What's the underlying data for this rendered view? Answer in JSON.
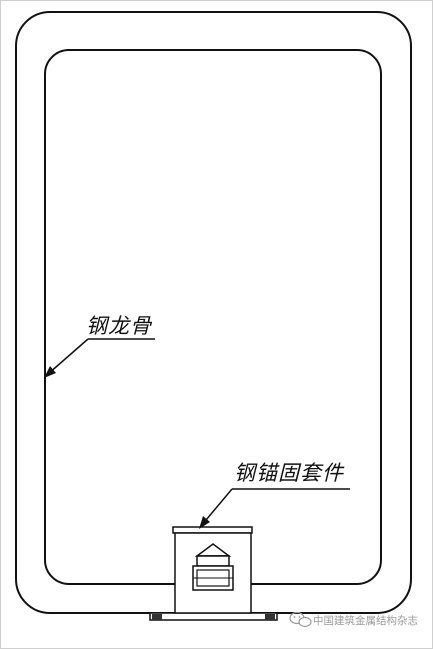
{
  "diagram": {
    "labels": {
      "keel": "钢龙骨",
      "anchor": "钢锚固套件"
    },
    "watermark": {
      "icon": "wechat-icon",
      "text": "中国建筑金属结构杂志"
    },
    "colors": {
      "line": "#111111",
      "background": "#ffffff",
      "watermark": "#9a9a9a"
    }
  }
}
